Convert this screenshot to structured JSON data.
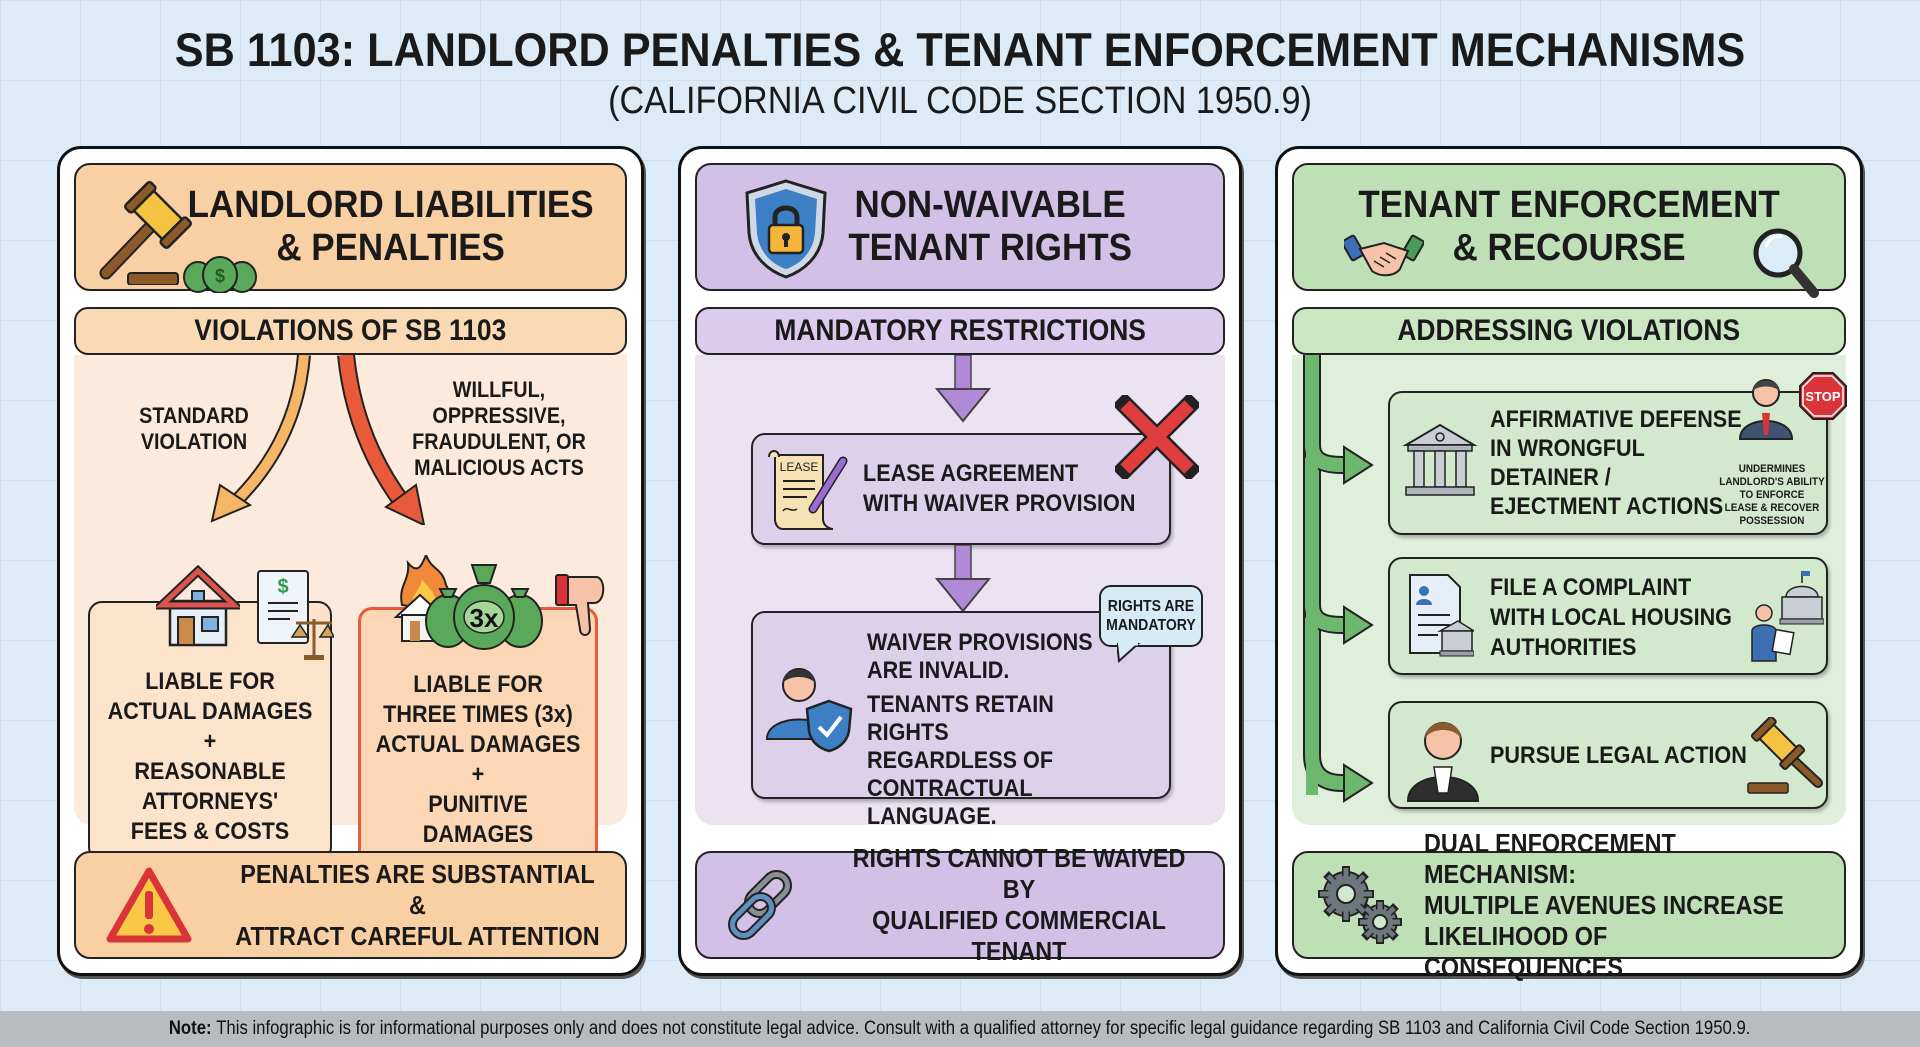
{
  "header": {
    "title": "SB 1103: LANDLORD PENALTIES & TENANT ENFORCEMENT MECHANISMS",
    "subtitle": "(CALIFORNIA CIVIL CODE SECTION 1950.9)"
  },
  "colors": {
    "background": "#dcebf5",
    "landlord_header": "#f9cfa4",
    "landlord_body": "#fcebdc",
    "rights_header": "#d3c0e6",
    "rights_body": "#ebe2f2",
    "enforcement_header": "#bfdfb6",
    "enforcement_body": "#e0efdc",
    "willful_accent": "#e85a3a",
    "standard_arrow": "#f5b766",
    "note_bar": "#b9bcbe"
  },
  "landlord": {
    "title_line1": "LANDLORD LIABILITIES",
    "title_line2": "& PENALTIES",
    "icons": [
      "gavel-icon",
      "money-bags-icon"
    ],
    "subheader": "VIOLATIONS OF SB 1103",
    "branches": [
      {
        "label_line1": "STANDARD",
        "label_line2": "VIOLATION",
        "icons": [
          "house-icon",
          "invoice-icon",
          "scales-icon"
        ],
        "lines": [
          "LIABLE FOR",
          "ACTUAL DAMAGES",
          "+",
          "REASONABLE",
          "ATTORNEYS'",
          "FEES & COSTS"
        ]
      },
      {
        "label_line1": "WILLFUL, OPPRESSIVE,",
        "label_line2": "FRAUDULENT, OR",
        "label_line3": "MALICIOUS ACTS",
        "icons": [
          "burning-house-icon",
          "money-bags-3x-icon",
          "thumbs-down-icon"
        ],
        "badge": "3x",
        "lines": [
          "LIABLE FOR",
          "THREE TIMES (3x)",
          "ACTUAL DAMAGES",
          "+",
          "PUNITIVE",
          "DAMAGES"
        ]
      }
    ],
    "footer_line1": "PENALTIES ARE SUBSTANTIAL &",
    "footer_line2": "ATTRACT CAREFUL ATTENTION"
  },
  "rights": {
    "title_line1": "NON-WAIVABLE",
    "title_line2": "TENANT RIGHTS",
    "subheader": "MANDATORY RESTRICTIONS",
    "lease_card": {
      "doc_label": "LEASE",
      "line1": "LEASE AGREEMENT",
      "line2": "WITH WAIVER PROVISION"
    },
    "result_card": {
      "line1": "WAIVER PROVISIONS",
      "line2": "ARE INVALID.",
      "line3": "TENANTS RETAIN RIGHTS",
      "line4": "REGARDLESS OF",
      "line5": "CONTRACTUAL LANGUAGE."
    },
    "bubble_line1": "RIGHTS ARE",
    "bubble_line2": "MANDATORY",
    "footer_line1": "RIGHTS CANNOT BE WAIVED BY",
    "footer_line2": "QUALIFIED COMMERCIAL TENANT"
  },
  "enforcement": {
    "title_line1": "TENANT ENFORCEMENT",
    "title_line2": "& RECOURSE",
    "subheader": "ADDRESSING VIOLATIONS",
    "options": [
      {
        "lines": [
          "AFFIRMATIVE DEFENSE",
          "IN WRONGFUL",
          "DETAINER /",
          "EJECTMENT ACTIONS"
        ],
        "stop_label": "STOP",
        "side_note": [
          "UNDERMINES",
          "LANDLORD'S ABILITY",
          "TO ENFORCE",
          "LEASE & RECOVER",
          "POSSESSION"
        ]
      },
      {
        "lines": [
          "FILE A COMPLAINT",
          "WITH LOCAL HOUSING",
          "AUTHORITIES"
        ]
      },
      {
        "lines": [
          "PURSUE LEGAL ACTION"
        ]
      }
    ],
    "footer_line1": "DUAL ENFORCEMENT MECHANISM:",
    "footer_line2": "MULTIPLE AVENUES INCREASE",
    "footer_line3": "LIKELIHOOD OF CONSEQUENCES"
  },
  "note": {
    "label": "Note:",
    "text": "This infographic is for informational purposes only and does not constitute legal advice. Consult with a qualified attorney for specific legal guidance regarding SB 1103 and California Civil Code Section 1950.9."
  }
}
